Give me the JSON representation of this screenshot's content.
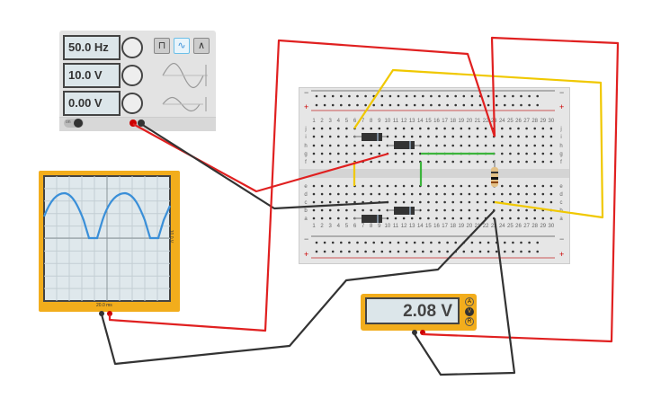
{
  "function_generator": {
    "frequency": "50.0 Hz",
    "amplitude": "10.0 V",
    "offset": "0.00 V",
    "waveforms": [
      "square-wave-icon",
      "sine-wave-icon",
      "triangle-wave-icon"
    ],
    "selected_waveform": "sine",
    "power_label": "on"
  },
  "oscilloscope": {
    "time_per_div": "20.0 ms",
    "volts_per_div": "10.0 V",
    "trace_color": "#3a8fd8"
  },
  "multimeter": {
    "reading": "2.08 V",
    "modes": [
      "A",
      "V",
      "R"
    ],
    "selected_mode": "V"
  },
  "breadboard": {
    "columns": 30,
    "rows_top": [
      "j",
      "i",
      "h",
      "g",
      "f"
    ],
    "rows_bottom": [
      "e",
      "d",
      "c",
      "b",
      "a"
    ],
    "rail_minus": "−",
    "rail_plus": "+"
  },
  "colors": {
    "wire_red": "#e02020",
    "wire_black": "#333333",
    "wire_yellow": "#f0c800",
    "wire_green": "#3cb43c",
    "accent": "#f2ad1c"
  }
}
